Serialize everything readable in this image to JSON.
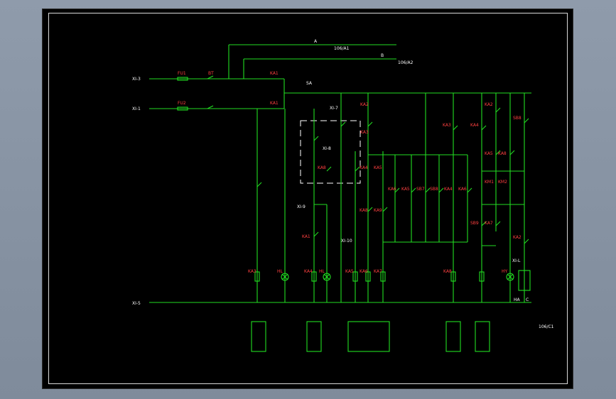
{
  "terminals": [
    "XI-3",
    "XI-1",
    "XI-5",
    "XI-7",
    "XI-8",
    "XI-9",
    "XI-10",
    "XI-L"
  ],
  "components_red": [
    "FU1",
    "FU2",
    "BT",
    "KA1",
    "KA1",
    "KA2",
    "KA3",
    "KA8",
    "KA4",
    "KA5",
    "KA6",
    "KA5",
    "KA8",
    "KA9",
    "SB7",
    "SB8",
    "KA4",
    "KA6",
    "KA2",
    "KA3",
    "KA4",
    "KA5",
    "KA8",
    "KM1",
    "KM2",
    "SB8",
    "KA7",
    "SB9",
    "KA1",
    "KA2",
    "HL",
    "KA3",
    "HL",
    "KA4",
    "KA5",
    "KA6",
    "KA7",
    "KA8",
    "HY"
  ],
  "buses": [
    "A",
    "B"
  ],
  "refs": [
    "106/A1",
    "106/A2",
    "106/C1"
  ],
  "switch_label": "SA",
  "horn_labels": [
    "HA",
    "C"
  ],
  "colors": {
    "wire": "#22dd22",
    "label": "#ff4040",
    "text": "#ffffff",
    "sheet": "#000000"
  }
}
